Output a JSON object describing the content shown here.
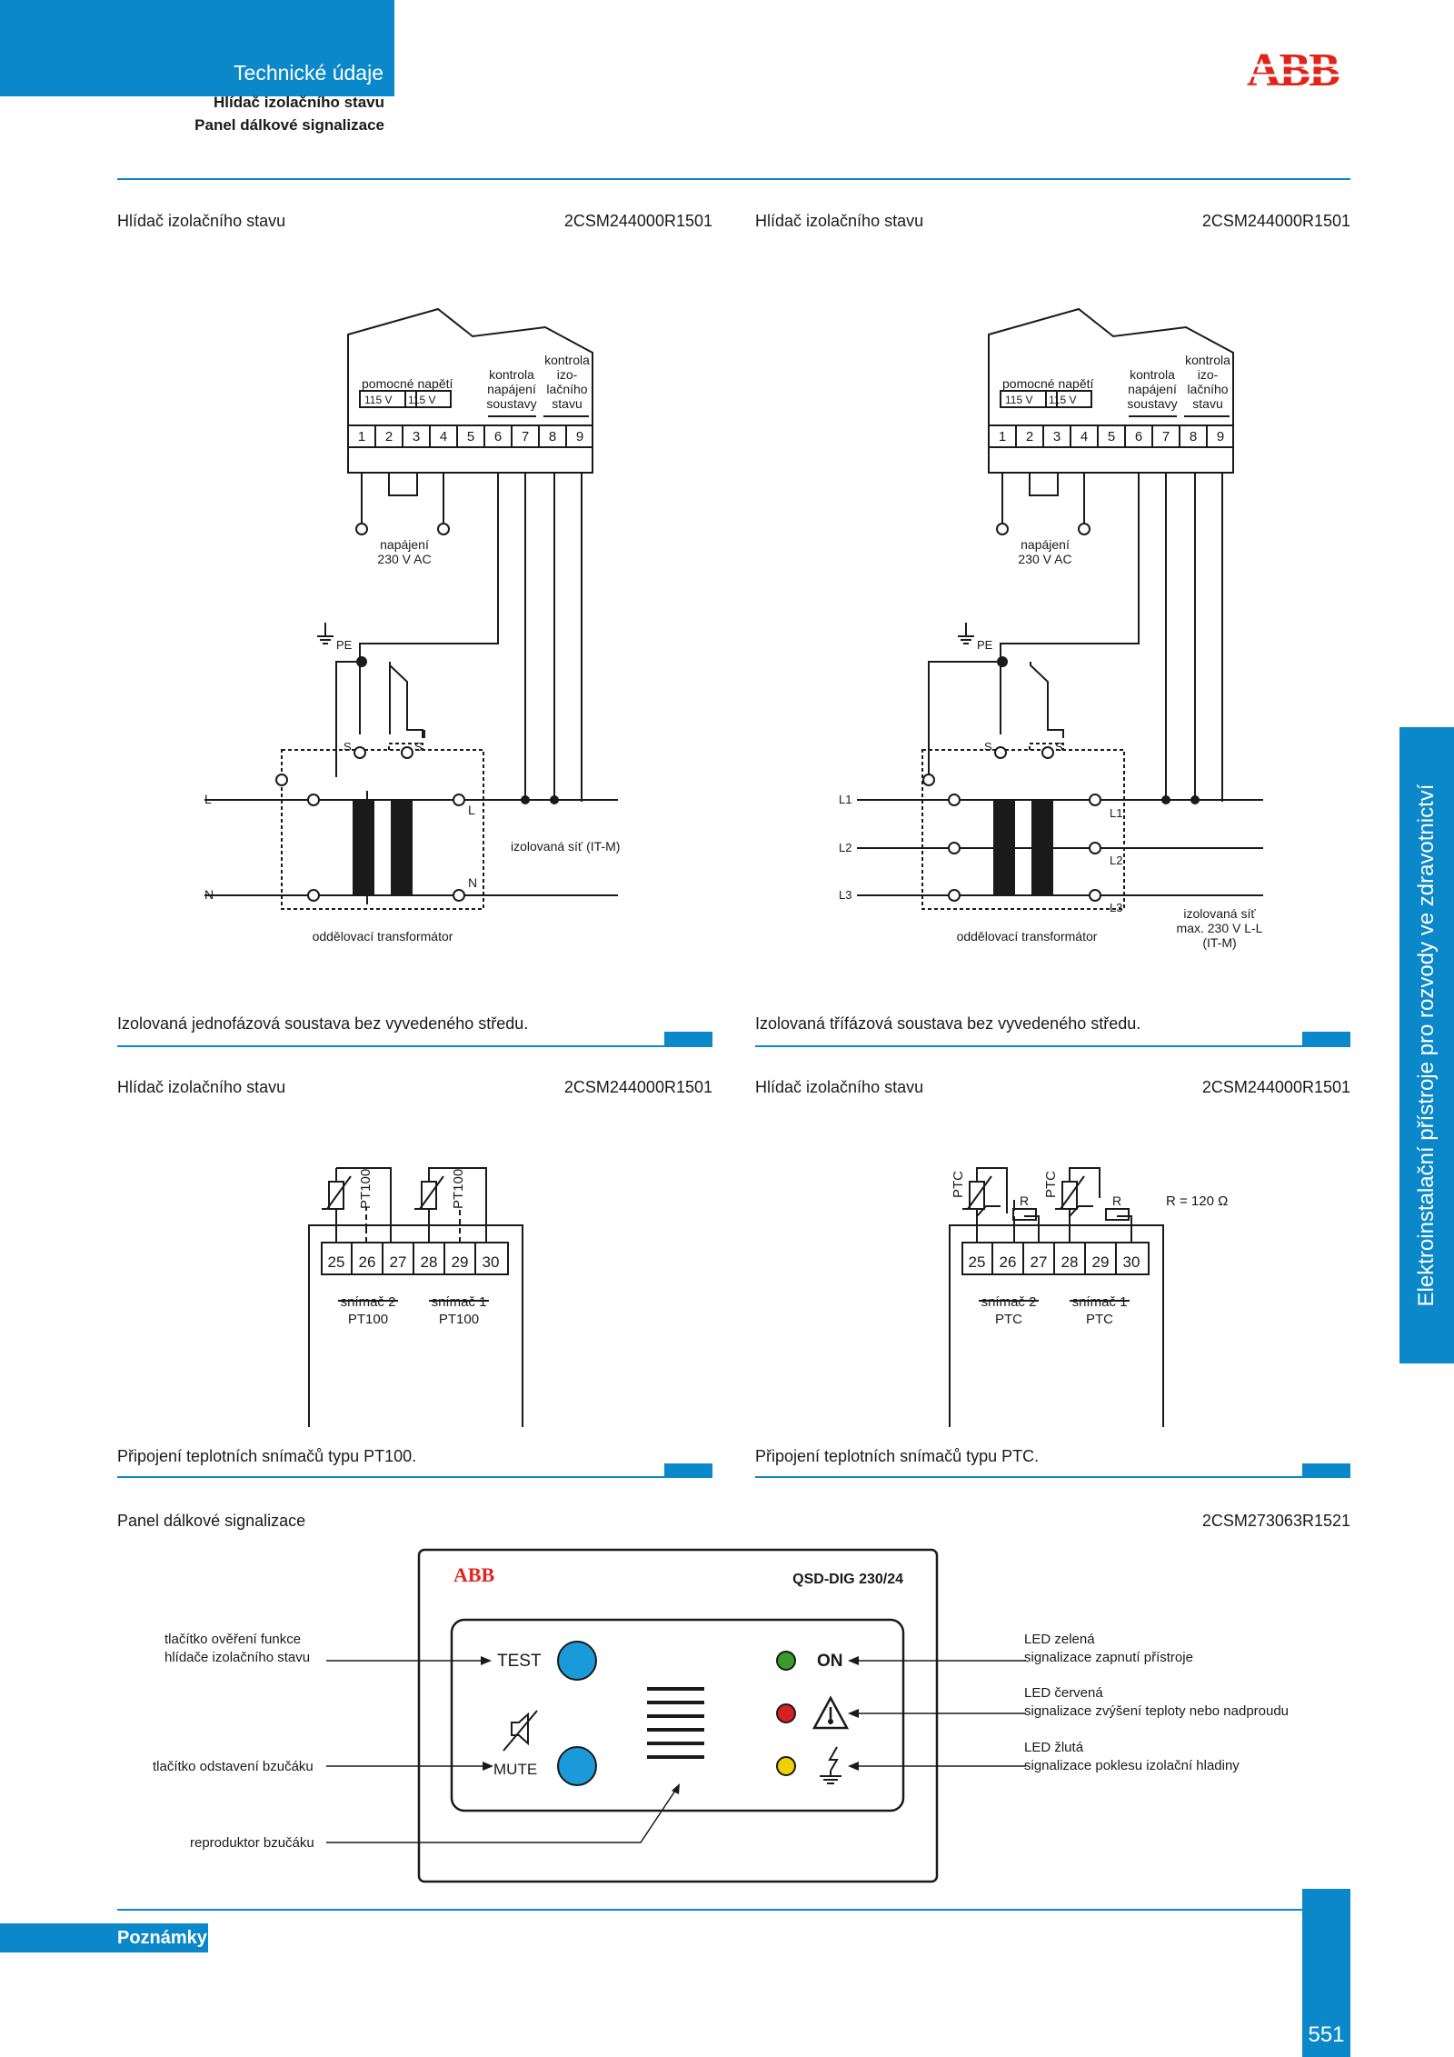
{
  "header": {
    "section_title": "Technické údaje",
    "subtitle_1": "Hlídač izolačního stavu",
    "subtitle_2": "Panel dálkové signalizace",
    "logo_text": "ABB"
  },
  "side_tab": {
    "text": "Elektroinstalační přístroje pro rozvody ve zdravotnictví"
  },
  "diagrams": {
    "d1": {
      "label": "Hlídač izolačního stavu",
      "code": "2CSM244000R1501",
      "caption": "Izolovaná jednofázová soustava bez vyvedeného středu.",
      "pomocne": "pomocné napětí",
      "v1": "115 V",
      "v2": "115   V",
      "kontrola_napajeni": [
        "kontrola",
        "napájení",
        "soustavy"
      ],
      "kontrola_izolacniho": [
        "kontrola",
        "izo-",
        "lačního",
        "stavu"
      ],
      "terminals": [
        "1",
        "2",
        "3",
        "4",
        "5",
        "6",
        "7",
        "8",
        "9"
      ],
      "napajeni": [
        "napájení",
        "230 V AC"
      ],
      "pe": "PE",
      "s": "S",
      "line_l": "L",
      "line_n": "N",
      "sec_l": "L",
      "sec_n": "N",
      "network": "izolovaná síť (IT-M)",
      "transformer": "oddělovací transformátor"
    },
    "d2": {
      "label": "Hlídač izolačního stavu",
      "code": "2CSM244000R1501",
      "caption": "Izolovaná třífázová soustava bez vyvedeného středu.",
      "pomocne": "pomocné napětí",
      "v1": "115 V",
      "v2": "115   V",
      "kontrola_napajeni": [
        "kontrola",
        "napájení",
        "soustavy"
      ],
      "kontrola_izolacniho": [
        "kontrola",
        "izo-",
        "lačního",
        "stavu"
      ],
      "terminals": [
        "1",
        "2",
        "3",
        "4",
        "5",
        "6",
        "7",
        "8",
        "9"
      ],
      "napajeni": [
        "napájení",
        "230 V AC"
      ],
      "pe": "PE",
      "s": "S",
      "lines": [
        "L1",
        "L2",
        "L3"
      ],
      "network": [
        "izolovaná síť",
        "max. 230 V L-L",
        "(IT-M)"
      ],
      "transformer": "oddělovací transformátor"
    },
    "d3": {
      "label": "Hlídač izolačního stavu",
      "code": "2CSM244000R1501",
      "caption": "Připojení teplotních snímačů typu PT100.",
      "sensor": "PT100",
      "terminals": [
        "25",
        "26",
        "27",
        "28",
        "29",
        "30"
      ],
      "snimac2": [
        "snímač 2",
        "PT100"
      ],
      "snimac1": [
        "snímač 1",
        "PT100"
      ]
    },
    "d4": {
      "label": "Hlídač izolačního stavu",
      "code": "2CSM244000R1501",
      "caption": "Připojení teplotních snímačů typu PTC.",
      "sensor": "PTC",
      "resistor": "R",
      "r_value": "R = 120 Ω",
      "terminals": [
        "25",
        "26",
        "27",
        "28",
        "29",
        "30"
      ],
      "snimac2": [
        "snímač 2",
        "PTC"
      ],
      "snimac1": [
        "snímač 1",
        "PTC"
      ]
    },
    "panel": {
      "label": "Panel dálkové signalizace",
      "code": "2CSM273063R1521",
      "logo": "ABB",
      "model": "QSD-DIG 230/24",
      "test": "TEST",
      "mute": "MUTE",
      "on": "ON",
      "left_labels": {
        "test": [
          "tlačítko ověření funkce",
          "hlídače izolačního stavu"
        ],
        "mute": "tlačítko odstavení bzučáku",
        "speaker": "reproduktor bzučáku"
      },
      "right_labels": {
        "green": [
          "LED zelená",
          "signalizace zapnutí přístroje"
        ],
        "red": [
          "LED červená",
          "signalizace zvýšení teploty nebo nadproudu"
        ],
        "yellow": [
          "LED žlutá",
          "signalizace poklesu izolační hladiny"
        ]
      },
      "colors": {
        "green": "#3a9a2a",
        "red": "#d42020",
        "yellow": "#f0d000",
        "button": "#1a9ad8"
      }
    }
  },
  "footer": {
    "notes": "Poznámky",
    "page": "551"
  }
}
